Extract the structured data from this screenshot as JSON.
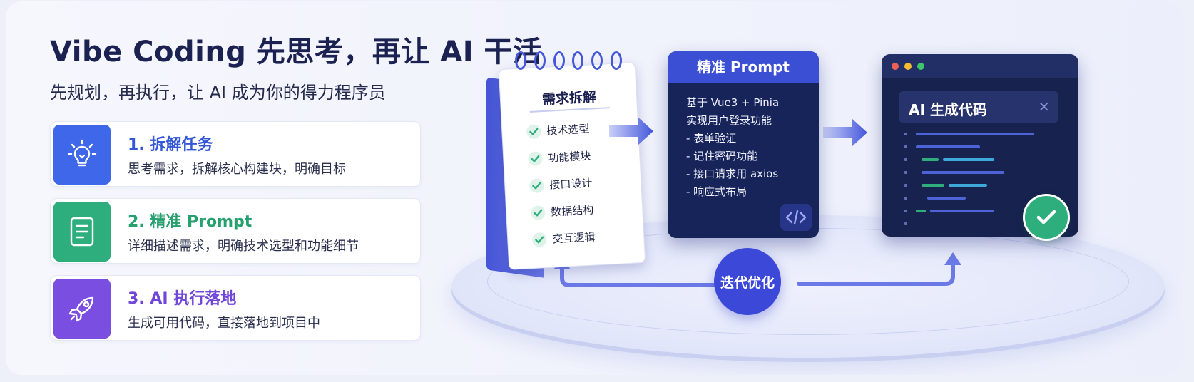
{
  "header": {
    "title": "Vibe Coding 先思考，再让 AI 干活",
    "subtitle": "先规划，再执行，让 AI 成为你的得力程序员"
  },
  "steps": [
    {
      "title": "1. 拆解任务",
      "desc": "思考需求，拆解核心构建块，明确目标",
      "icon": "lightbulb-icon",
      "color": "#3f67ea"
    },
    {
      "title": "2. 精准 Prompt",
      "desc": "详细描述需求，明确技术选型和功能细节",
      "icon": "document-icon",
      "color": "#2fae7d"
    },
    {
      "title": "3. AI 执行落地",
      "desc": "生成可用代码，直接落地到项目中",
      "icon": "rocket-icon",
      "color": "#7a4ee0"
    }
  ],
  "notebook": {
    "heading": "需求拆解",
    "items": [
      "技术选型",
      "功能模块",
      "接口设计",
      "数据结构",
      "交互逻辑"
    ]
  },
  "prompt_card": {
    "header": "精准 Prompt",
    "lines": [
      "基于 Vue3 + Pinia",
      "实现用户登录功能",
      "- 表单验证",
      "- 记住密码功能",
      "- 接口请求用 axios",
      "- 响应式布局"
    ]
  },
  "editor": {
    "title": "AI 生成代码",
    "close": "×"
  },
  "cycle": {
    "label": "迭代优化"
  },
  "colors": {
    "accent": "#3b48d8",
    "green": "#2fae7d",
    "purple": "#7a4ee0",
    "blue": "#3f67ea",
    "navy": "#17245a"
  }
}
